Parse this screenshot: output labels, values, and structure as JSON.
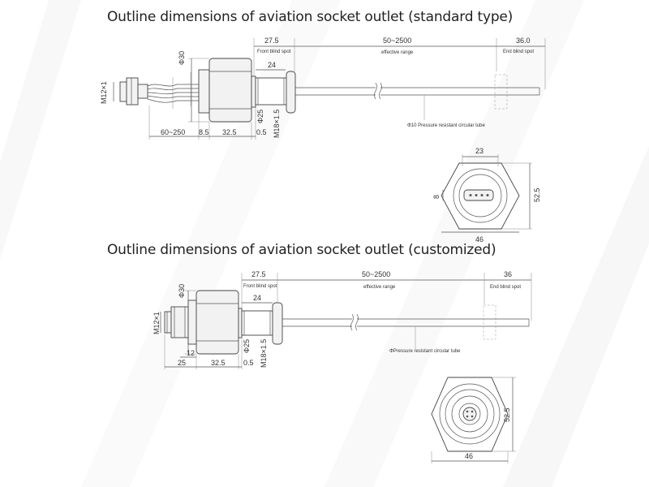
{
  "titles": {
    "standard": "Outline dimensions of aviation socket outlet (standard type)",
    "customized": "Outline dimensions of aviation socket outlet (customized)"
  },
  "standard": {
    "dim_front": "27.5",
    "dim_range": "50~2500",
    "dim_end": "36.0",
    "front_blind": "Front blind spot",
    "effective_range": "effective range",
    "end_blind": "End blind spot",
    "dia30": "Φ30",
    "m12": "M12×1",
    "dim_24": "24",
    "dia25": "Φ25",
    "m18": "M18×1.5",
    "dim_cable": "60~250",
    "dim_85": "8.5",
    "dim_325": "32.5",
    "dim_05": "0.5",
    "tube_label": "Φ10 Pressure resistant circular tube",
    "end_view": {
      "dim_top": "23",
      "dim_side": "52.5",
      "dim_pin": "8",
      "dim_bottom": "46"
    }
  },
  "customized": {
    "dim_front": "27.5",
    "dim_range": "50~2500",
    "dim_end": "36",
    "front_blind": "Front blind spot",
    "effective_range": "effective range",
    "end_blind": "End blind spot",
    "dia30": "Φ30",
    "m12": "M12×1",
    "dim_24": "24",
    "dia25": "Φ25",
    "m18": "M18×1.5",
    "dim_12": "12",
    "dim_25": "25",
    "dim_325": "32.5",
    "dim_05": "0.5",
    "tube_label": "ΦPressure resistant circular tube",
    "end_view": {
      "dim_side": "52.5",
      "dim_bottom": "46"
    }
  }
}
